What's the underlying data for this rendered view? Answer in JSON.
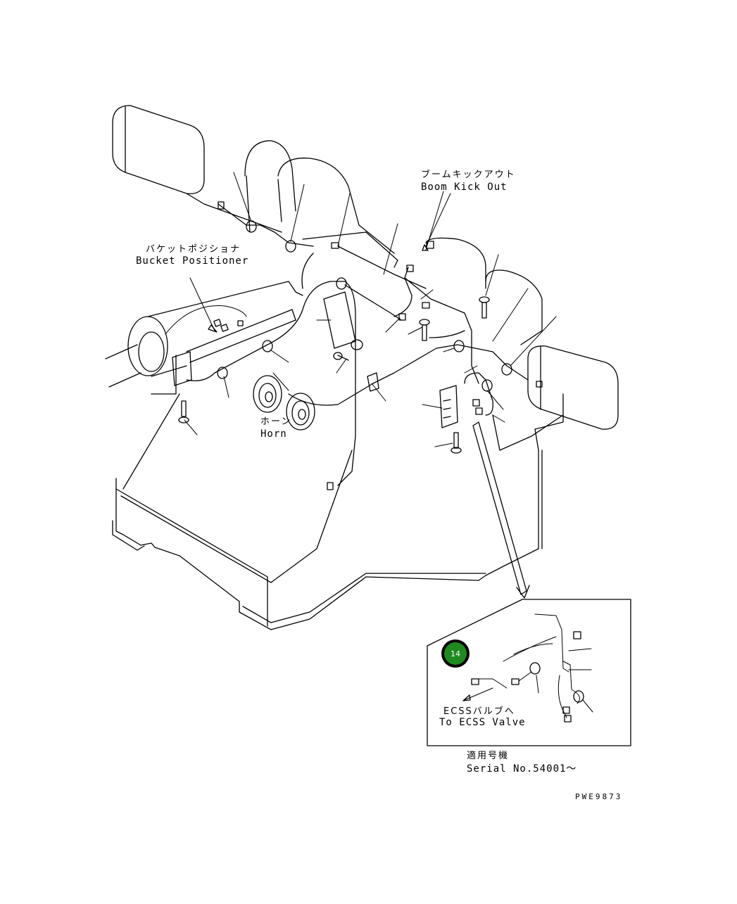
{
  "labels": {
    "boom_kick_out_jp": "ブームキックアウト",
    "boom_kick_out": "Boom Kick Out",
    "bucket_positioner_jp": "バケットポジショナ",
    "bucket_positioner": "Bucket Positioner",
    "horn_jp": "ホーン",
    "horn": "Horn",
    "ecss_valve_jp": "ECSSバルブへ",
    "ecss_valve": "To ECSS Valve",
    "serial_jp": "適用号機",
    "serial": "Serial No.54001～",
    "drawing_code": "PWE9873"
  },
  "callout": {
    "number": "14",
    "fill_color": "#1f8a1f",
    "ring_color": "#000000"
  },
  "colors": {
    "ink": "#000000",
    "background": "#ffffff"
  }
}
